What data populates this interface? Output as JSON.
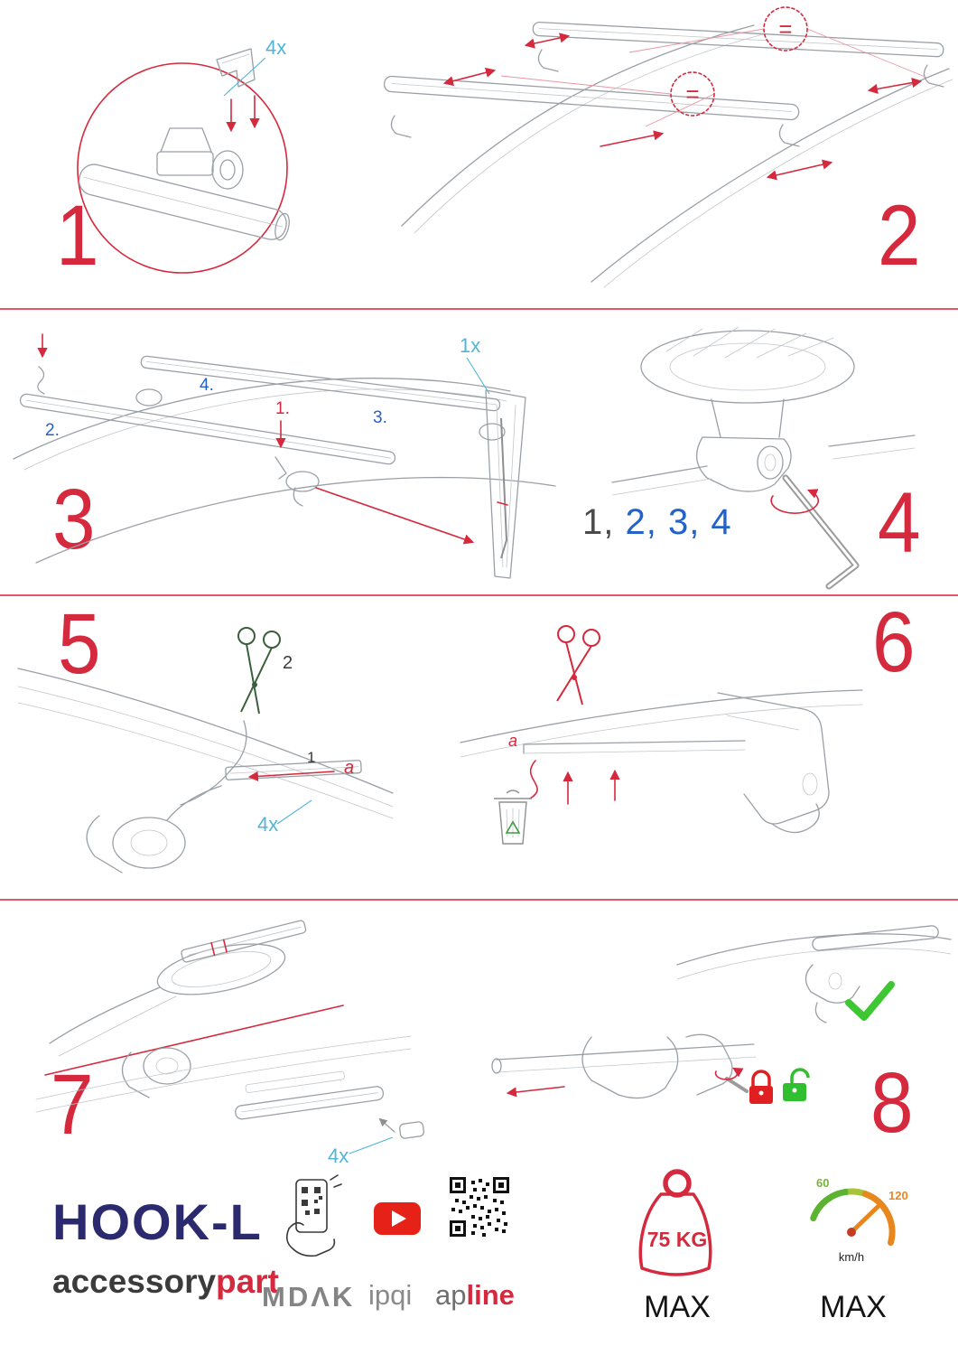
{
  "colors": {
    "accent_red": "#d5293d",
    "label_cyan": "#4fb6d9",
    "label_blue": "#2262c9",
    "check_green": "#3ec732",
    "brand_navy": "#2b2a6e",
    "gauge_green": "#5cb332",
    "gauge_orange": "#e8871e"
  },
  "icons": [
    "magnifier-circle-icon",
    "down-arrow-icon",
    "equal-dashed-circle-icon",
    "double-arrow-icon",
    "allen-key-icon",
    "rotation-arrow-icon",
    "scissors-green-icon",
    "scissors-red-icon",
    "trash-bin-icon",
    "recycle-icon",
    "up-arrow-icon",
    "check-icon",
    "padlock-locked-icon",
    "padlock-unlocked-icon",
    "hand-scanning-phone-icon",
    "youtube-icon",
    "qr-code-icon",
    "weight-icon",
    "speedometer-icon"
  ],
  "steps": [
    {
      "number": "1",
      "qty": "4x"
    },
    {
      "number": "2",
      "equal_1": "=",
      "equal_2": "="
    },
    {
      "number": "3",
      "qty": "1x",
      "marks": {
        "m1": "1.",
        "m2": "2.",
        "m3": "3.",
        "m4": "4."
      }
    },
    {
      "number": "4",
      "seq_first": "1,",
      "seq_rest": " 2, 3, 4"
    },
    {
      "number": "5",
      "cut_label": "2",
      "insert_label": "1",
      "point_label": "a",
      "qty": "4x"
    },
    {
      "number": "6",
      "point_label": "a"
    },
    {
      "number": "7",
      "qty": "4x"
    },
    {
      "number": "8"
    }
  ],
  "footer": {
    "product": "HOOK-L",
    "brand_prefix": "accessory",
    "brand_suffix": "part",
    "logo_mdak": "MDΛK",
    "logo_ipqi": "ipqi",
    "logo_apline_prefix": "ap",
    "logo_apline_suffix": "line",
    "weight_value": "75 KG",
    "weight_max": "MAX",
    "speed_low": "60",
    "speed_high": "120",
    "speed_unit": "km/h",
    "speed_max": "MAX"
  }
}
